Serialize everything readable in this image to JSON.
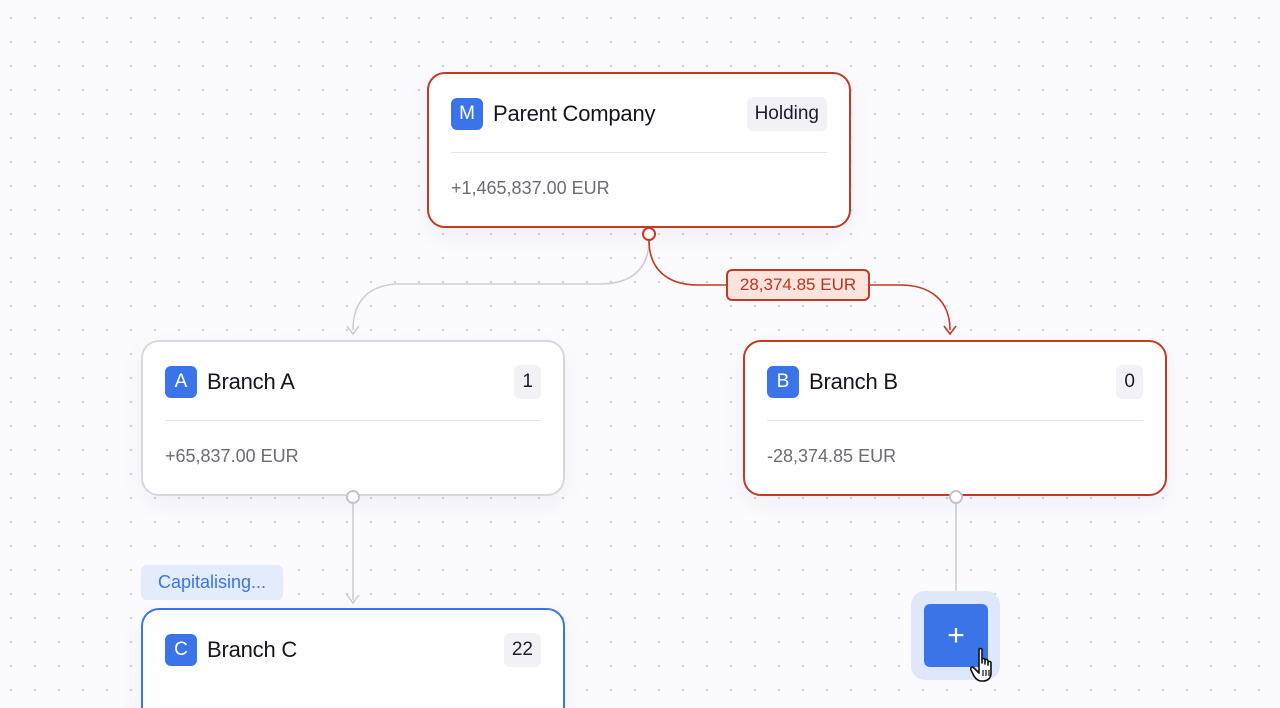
{
  "nodes": {
    "parent": {
      "letter": "M",
      "title": "Parent Company",
      "badge": "Holding",
      "amount": "+1,465,837.00 EUR"
    },
    "branch_a": {
      "letter": "A",
      "title": "Branch A",
      "badge": "1",
      "amount": "+65,837.00 EUR"
    },
    "branch_b": {
      "letter": "B",
      "title": "Branch B",
      "badge": "0",
      "amount": "-28,374.85 EUR"
    },
    "branch_c": {
      "letter": "C",
      "title": "Branch C",
      "badge": "22"
    }
  },
  "edges": {
    "transfer_label": "28,374.85 EUR"
  },
  "status": {
    "capitalising_label": "Capitalising..."
  },
  "actions": {
    "add_symbol": "+"
  },
  "icons": {
    "cursor": "hand-pointer-icon",
    "arrow": "arrow-down-icon"
  },
  "colors": {
    "accent": "#3b74e8",
    "alert": "#c23a22",
    "alert_fill": "#fde3dc",
    "neutral_border": "#d9d7de"
  }
}
